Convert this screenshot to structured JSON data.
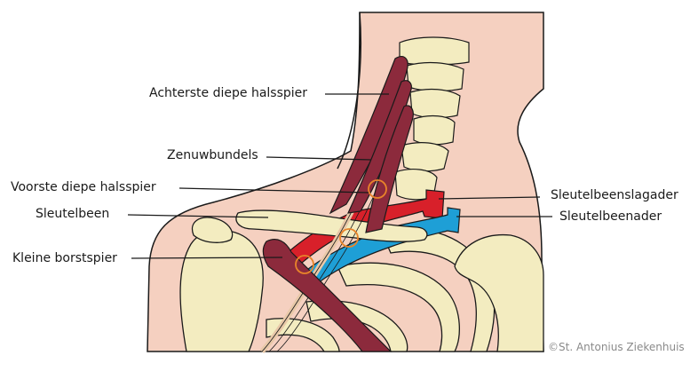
{
  "labels": {
    "posterior_scalene": "Achterste diepe halsspier",
    "nerve_bundles": "Zenuwbundels",
    "anterior_scalene": "Voorste diepe halsspier",
    "clavicle": "Sleutelbeen",
    "pectoralis_minor": "Kleine borstspier",
    "subclavian_artery": "Sleutelbeenslagader",
    "subclavian_vein": "Sleutelbeenader"
  },
  "copyright": "©St. Antonius Ziekenhuis",
  "colors": {
    "skin": "#f5d0c0",
    "skin_outline": "#1a1a1a",
    "bone": "#f3ecc0",
    "muscle": "#8c2a3c",
    "artery": "#d8202a",
    "vein": "#1e9fd6",
    "nerve": "#e8c8a8",
    "compression_ring": "#e8842a"
  }
}
